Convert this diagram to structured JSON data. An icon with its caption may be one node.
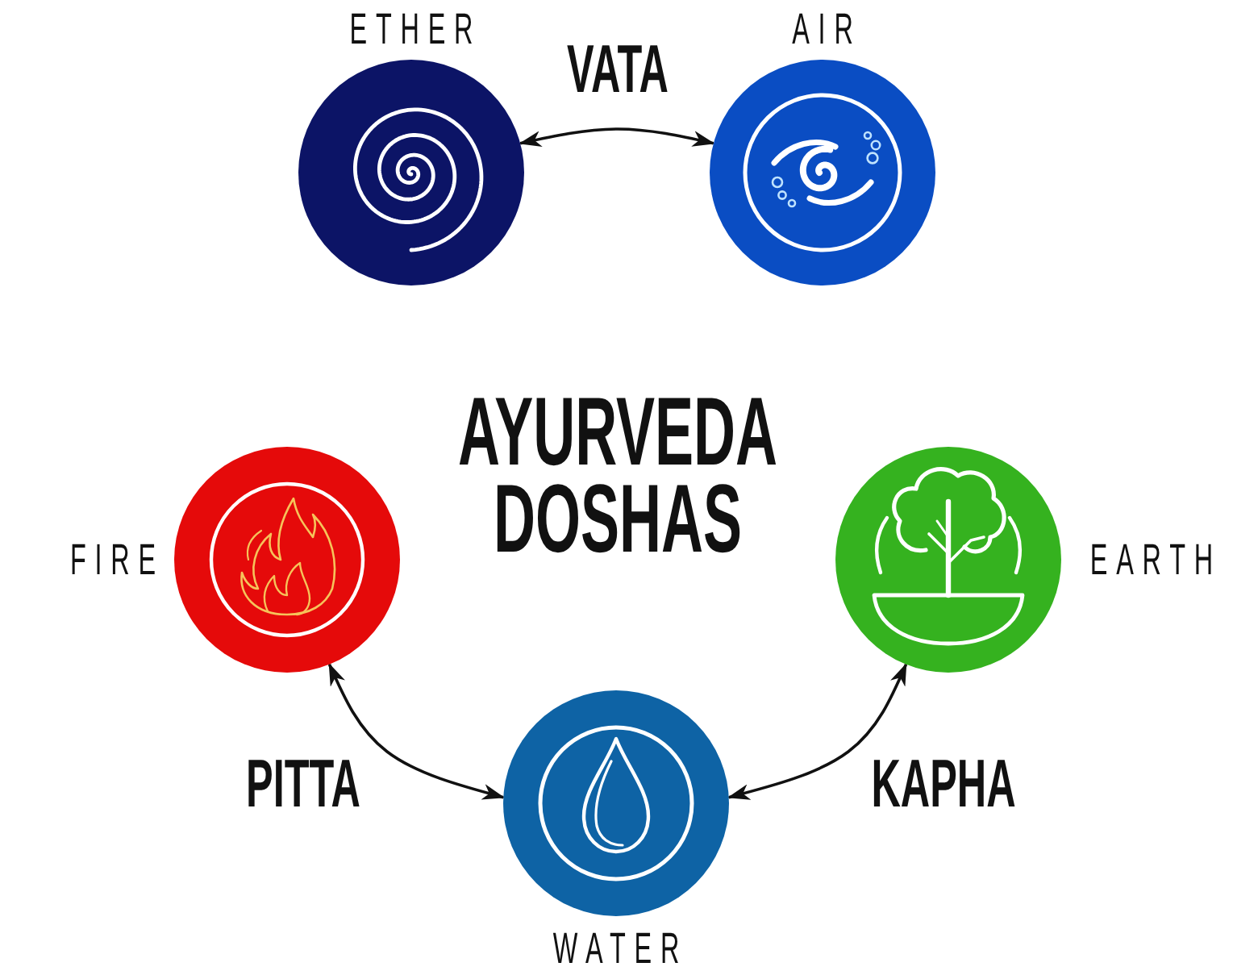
{
  "diagram": {
    "title": "AYURVEDA DOSHAS",
    "nodes": [
      {
        "text": [
          "ETHER"
        ]
      },
      {
        "text": [
          "AIR"
        ]
      },
      {
        "text": [
          "FIRE"
        ]
      },
      {
        "text": [
          "EARTH"
        ]
      },
      {
        "text": [
          "WATER"
        ]
      }
    ],
    "edges": [
      {
        "from": 0,
        "to": 1,
        "arrow": "both",
        "label": "VATA"
      },
      {
        "from": 2,
        "to": 4,
        "arrow": "both",
        "label": "PITTA"
      },
      {
        "from": 3,
        "to": 4,
        "arrow": "both",
        "label": "KAPHA"
      }
    ]
  }
}
